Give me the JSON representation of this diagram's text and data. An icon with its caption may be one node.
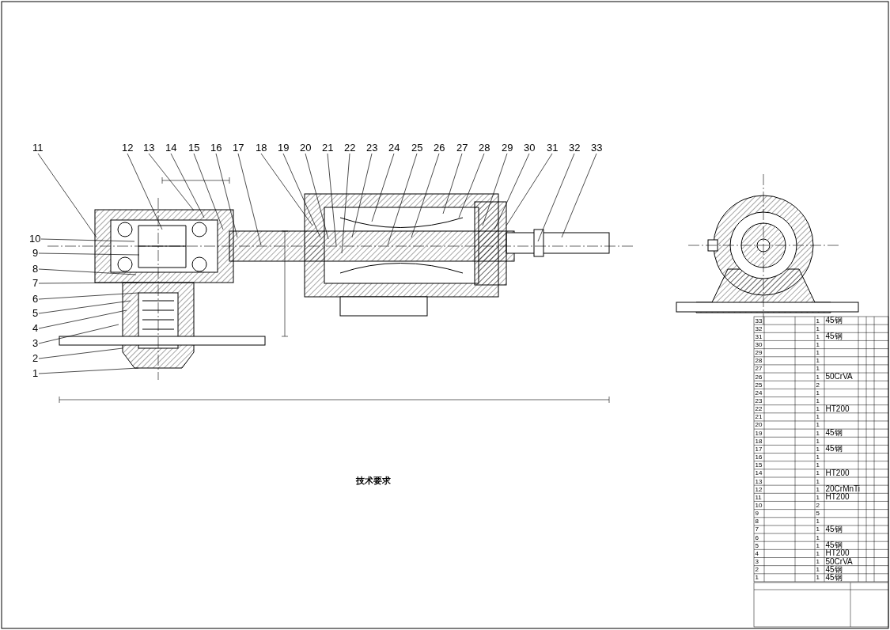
{
  "diagram": {
    "nodes": [
      {
        "text": [
          "1"
        ]
      },
      {
        "text": [
          "2"
        ]
      },
      {
        "text": [
          "3"
        ]
      },
      {
        "text": [
          "4"
        ]
      },
      {
        "text": [
          "5"
        ]
      },
      {
        "text": [
          "6"
        ]
      },
      {
        "text": [
          "7"
        ]
      },
      {
        "text": [
          "8"
        ]
      },
      {
        "text": [
          "9"
        ]
      },
      {
        "text": [
          "10"
        ]
      },
      {
        "text": [
          "11"
        ]
      },
      {
        "text": [
          "12"
        ]
      },
      {
        "text": [
          "13"
        ]
      },
      {
        "text": [
          "14"
        ]
      },
      {
        "text": [
          "15"
        ]
      },
      {
        "text": [
          "16"
        ]
      },
      {
        "text": [
          "17"
        ]
      },
      {
        "text": [
          "18"
        ]
      },
      {
        "text": [
          "19"
        ]
      },
      {
        "text": [
          "20"
        ]
      },
      {
        "text": [
          "21"
        ]
      },
      {
        "text": [
          "22"
        ]
      },
      {
        "text": [
          "23"
        ]
      },
      {
        "text": [
          "24"
        ]
      },
      {
        "text": [
          "25"
        ]
      },
      {
        "text": [
          "26"
        ]
      },
      {
        "text": [
          "27"
        ]
      },
      {
        "text": [
          "28"
        ]
      },
      {
        "text": [
          "29"
        ]
      },
      {
        "text": [
          "30"
        ]
      },
      {
        "text": [
          "31"
        ]
      },
      {
        "text": [
          "32"
        ]
      },
      {
        "text": [
          "33"
        ]
      }
    ],
    "edges": [
      {
        "from": 0,
        "to": null,
        "arrow": "none"
      },
      {
        "from": 1,
        "to": null,
        "arrow": "none"
      },
      {
        "from": 2,
        "to": null,
        "arrow": "none"
      },
      {
        "from": 3,
        "to": null,
        "arrow": "none"
      },
      {
        "from": 4,
        "to": null,
        "arrow": "none"
      },
      {
        "from": 5,
        "to": null,
        "arrow": "none"
      },
      {
        "from": 6,
        "to": null,
        "arrow": "none"
      },
      {
        "from": 7,
        "to": null,
        "arrow": "none"
      },
      {
        "from": 8,
        "to": null,
        "arrow": "none"
      },
      {
        "from": 9,
        "to": null,
        "arrow": "none"
      },
      {
        "from": 10,
        "to": null,
        "arrow": "none"
      },
      {
        "from": 11,
        "to": null,
        "arrow": "none"
      },
      {
        "from": 12,
        "to": null,
        "arrow": "none"
      },
      {
        "from": 13,
        "to": null,
        "arrow": "none"
      },
      {
        "from": 14,
        "to": null,
        "arrow": "none"
      },
      {
        "from": 15,
        "to": null,
        "arrow": "none"
      },
      {
        "from": 16,
        "to": null,
        "arrow": "none"
      },
      {
        "from": 17,
        "to": null,
        "arrow": "none"
      },
      {
        "from": 18,
        "to": null,
        "arrow": "none"
      },
      {
        "from": 19,
        "to": null,
        "arrow": "none"
      },
      {
        "from": 20,
        "to": null,
        "arrow": "none"
      },
      {
        "from": 21,
        "to": null,
        "arrow": "none"
      },
      {
        "from": 22,
        "to": null,
        "arrow": "none"
      },
      {
        "from": 23,
        "to": null,
        "arrow": "none"
      },
      {
        "from": 24,
        "to": null,
        "arrow": "none"
      },
      {
        "from": 25,
        "to": null,
        "arrow": "none"
      },
      {
        "from": 26,
        "to": null,
        "arrow": "none"
      },
      {
        "from": 27,
        "to": null,
        "arrow": "none"
      },
      {
        "from": 28,
        "to": null,
        "arrow": "none"
      },
      {
        "from": 29,
        "to": null,
        "arrow": "none"
      },
      {
        "from": 30,
        "to": null,
        "arrow": "none"
      },
      {
        "from": 31,
        "to": null,
        "arrow": "none"
      },
      {
        "from": 32,
        "to": null,
        "arrow": "none"
      }
    ],
    "labels": [
      "技术要求",
      "33",
      "1",
      "45钢",
      "32",
      "1",
      "31",
      "1",
      "45钢",
      "30",
      "1",
      "29",
      "1",
      "28",
      "1",
      "27",
      "1",
      "26",
      "1",
      "50CrVA",
      "25",
      "2",
      "24",
      "1",
      "23",
      "1",
      "22",
      "1",
      "HT200",
      "21",
      "1",
      "20",
      "1",
      "19",
      "1",
      "45钢",
      "18",
      "1",
      "17",
      "1",
      "45钢",
      "16",
      "1",
      "15",
      "1",
      "14",
      "1",
      "HT200",
      "13",
      "1",
      "12",
      "1",
      "20CrMnTi",
      "11",
      "1",
      "HT200",
      "10",
      "2",
      "9",
      "5",
      "8",
      "1",
      "7",
      "1",
      "45钢",
      "6",
      "1",
      "5",
      "1",
      "45钢",
      "4",
      "1",
      "HT200",
      "3",
      "1",
      "50CrVA",
      "2",
      "1",
      "45钢",
      "1",
      "1",
      "45钢"
    ]
  }
}
